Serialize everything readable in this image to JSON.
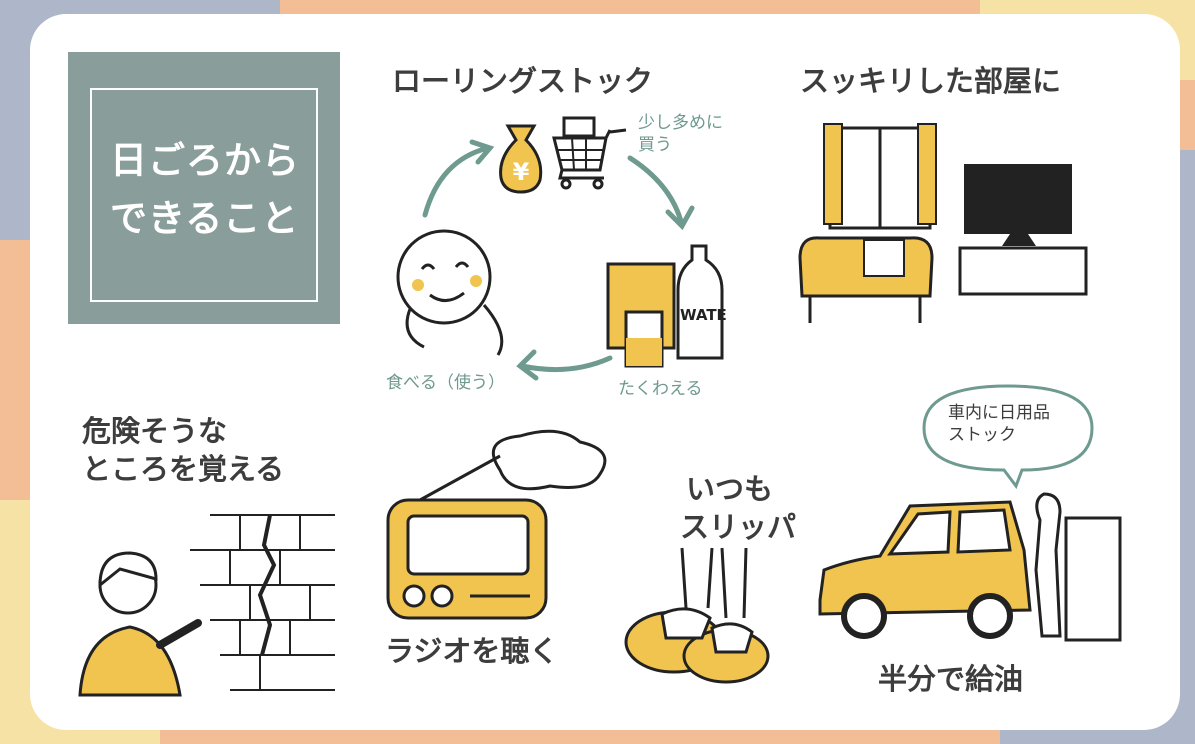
{
  "title": {
    "line1": "日ごろから",
    "line2": "できること"
  },
  "rolling_stock": {
    "heading": "ローリングストック",
    "buy_line1": "少し多めに",
    "buy_line2": "買う",
    "store": "たくわえる",
    "eat": "食べる（使う）",
    "bag_symbol": "¥",
    "bottle_text": "WATE"
  },
  "tidy_room": {
    "heading": "スッキリした部屋に"
  },
  "danger": {
    "line1": "危険そうな",
    "line2": "ところを覚える"
  },
  "radio": {
    "heading": "ラジオを聴く"
  },
  "slippers": {
    "line1": "いつも",
    "line2": "スリッパ"
  },
  "car": {
    "bubble_line1": "車内に日用品",
    "bubble_line2": "ストック",
    "heading": "半分で給油"
  },
  "colors": {
    "accent": "#899d9a",
    "yellow": "#f0c44f",
    "teal": "#6f9a8f",
    "text": "#3d3d3d"
  }
}
